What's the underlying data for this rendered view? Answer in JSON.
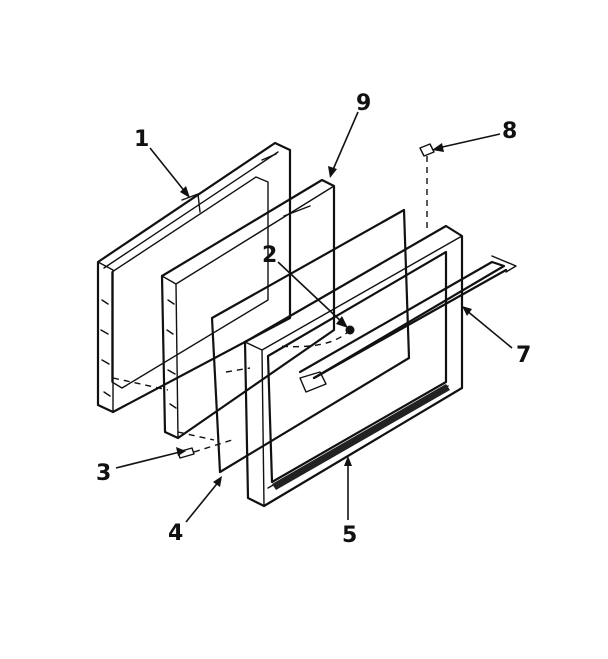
{
  "callouts": {
    "c1": "1",
    "c2": "2",
    "c3": "3",
    "c4": "4",
    "c5": "5",
    "c7": "7",
    "c8": "8",
    "c9": "9"
  },
  "colors": {
    "ink": "#111111",
    "paper": "#ffffff"
  }
}
